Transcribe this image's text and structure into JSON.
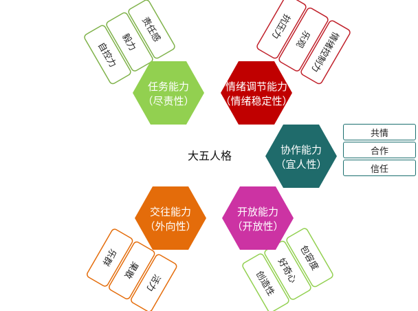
{
  "center": {
    "title": "大五人格"
  },
  "hexagons": [
    {
      "id": "task",
      "line1": "任务能力",
      "line2": "（尽责性）",
      "color": "#92d050",
      "tags": [
        "自控力",
        "毅力",
        "责任感"
      ],
      "tag_color": "#7fb24a"
    },
    {
      "id": "emotion",
      "line1": "情绪调节能力",
      "line2": "（情绪稳定性）",
      "color": "#c00000",
      "tags": [
        "抗压力",
        "乐观",
        "情绪控制力"
      ],
      "tag_color": "#c0202a"
    },
    {
      "id": "cooperate",
      "line1": "协作能力",
      "line2": "（宜人性）",
      "color": "#1f6b6b",
      "tags": [
        "共情",
        "合作",
        "信任"
      ],
      "tag_color": "#1f6b6b"
    },
    {
      "id": "open",
      "line1": "开放能力",
      "line2": "（开放性）",
      "color": "#cc33a3",
      "tags": [
        "创造性",
        "好奇心",
        "包容度"
      ],
      "tag_color": "#92d050"
    },
    {
      "id": "social",
      "line1": "交往能力",
      "line2": "（外向性）",
      "color": "#e46c0a",
      "tags": [
        "乐群",
        "果敢",
        "活力"
      ],
      "tag_color": "#e46c0a"
    }
  ]
}
